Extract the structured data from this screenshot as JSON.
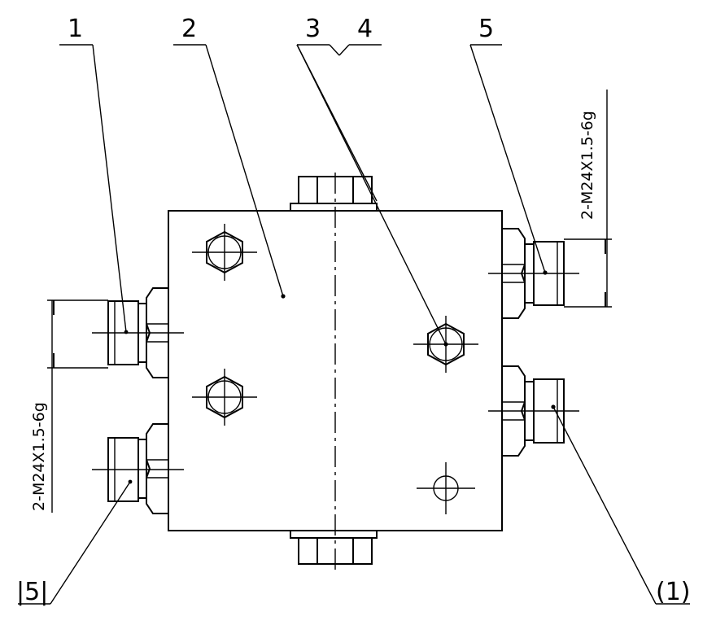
{
  "callouts": {
    "c1": "1",
    "c2": "2",
    "c3": "3",
    "c4": "4",
    "c5": "5",
    "c_bottom_left": "|5|",
    "c_bottom_right": "(1)"
  },
  "thread_spec_right": "2-M24X1.5-6g",
  "thread_spec_left": "2-M24X1.5-6g"
}
